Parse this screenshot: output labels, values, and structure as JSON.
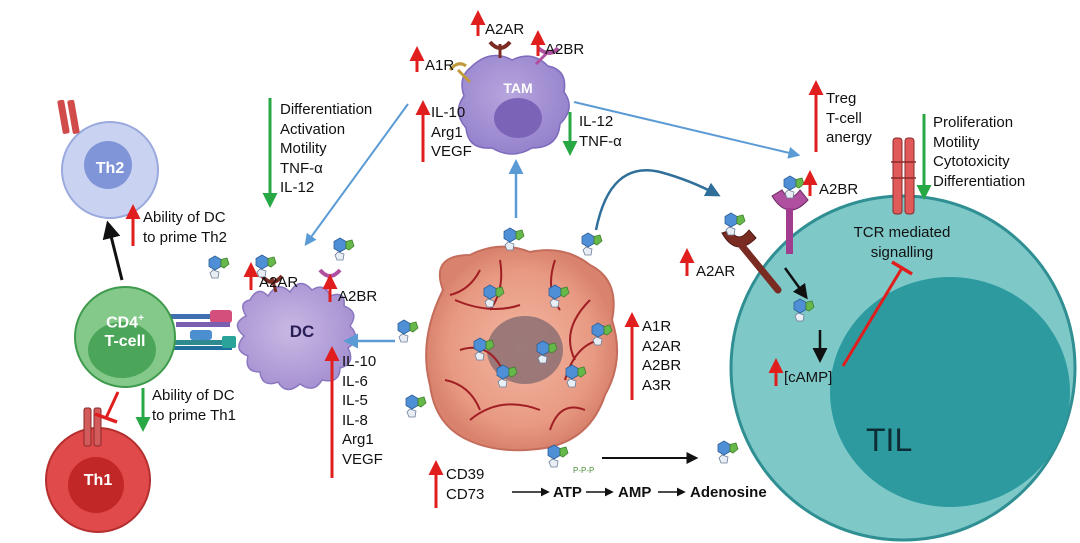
{
  "cells": {
    "th2": "Th2",
    "th1": "Th1",
    "cd4_line1": "CD4",
    "cd4_sup": "+",
    "cd4_line2": "T-cell",
    "dc": "DC",
    "tam": "TAM",
    "til": "TIL"
  },
  "receptors": {
    "tam_a1r": "A1R",
    "tam_a2ar": "A2AR",
    "tam_a2br": "A2BR",
    "dc_a2ar": "A2AR",
    "dc_a2br": "A2BR",
    "til_a2ar": "A2AR",
    "til_a2br": "A2BR"
  },
  "tam_secretion_up": [
    "IL-10",
    "Arg1",
    "VEGF"
  ],
  "tam_secretion_down": [
    "IL-12",
    "TNF-α"
  ],
  "dc_functions_down": [
    "Differentiation",
    "Activation",
    "Motility",
    "TNF-α",
    "IL-12"
  ],
  "dc_secretion_up": [
    "IL-10",
    "IL-6",
    "IL-5",
    "IL-8",
    "Arg1",
    "VEGF"
  ],
  "dc_th2": [
    "Ability of DC",
    "to prime Th2"
  ],
  "dc_th1": [
    "Ability of DC",
    "to prime Th1"
  ],
  "tumor_receptors_up": [
    "A1R",
    "A2AR",
    "A2BR",
    "A3R"
  ],
  "til_up": [
    "Treg",
    "T-cell",
    "anergy"
  ],
  "til_down": [
    "Proliferation",
    "Motility",
    "Cytotoxicity",
    "Differentiation"
  ],
  "til_signal": [
    "TCR mediated",
    "signalling"
  ],
  "camp": "[cAMP]",
  "enzymes": [
    "CD39",
    "CD73"
  ],
  "pathway": {
    "atp": "ATP",
    "amp": "AMP",
    "adenosine": "Adenosine"
  },
  "phosphates": "P-P-P",
  "colors": {
    "up": "#e01e1e",
    "down": "#27a844",
    "arrow_blue": "#5b9bd5"
  }
}
